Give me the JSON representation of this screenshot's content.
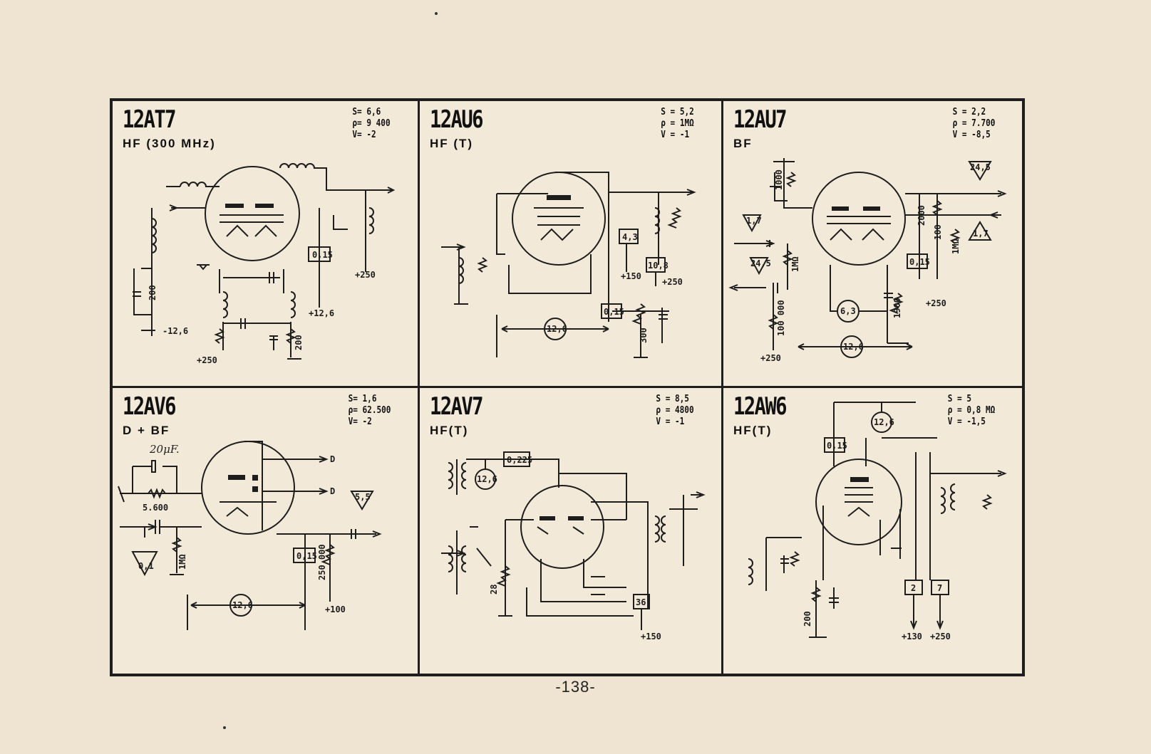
{
  "page_number": "-138-",
  "panels": [
    {
      "id": "12at7",
      "title": "12AT7",
      "subtitle": "HF (300 MHz)",
      "params": [
        "S= 6,6",
        "ρ= 9 400",
        "V= -2"
      ],
      "labels": {
        "r1": "200",
        "r2": "200",
        "neg": "-12,6",
        "p250a": "+250",
        "p250b": "+250",
        "p126": "+12,6",
        "box": "0,15"
      }
    },
    {
      "id": "12au6",
      "title": "12AU6",
      "subtitle": "HF (T)",
      "params": [
        "S = 5,2",
        "ρ = 1MΩ",
        "V = -1"
      ],
      "labels": {
        "b43": "4,3",
        "b108": "10,8",
        "b015": "0,15",
        "c126": "12,6",
        "r300": "300",
        "p150": "+150",
        "p250": "+250"
      }
    },
    {
      "id": "12au7",
      "title": "12AU7",
      "subtitle": "BF",
      "params": [
        "S = 2,2",
        "ρ = 7.700",
        "V = -8,5"
      ],
      "labels": {
        "t17a": "1,7",
        "t245a": "24,5",
        "t245b": "24,5",
        "t17b": "1,7",
        "c63": "6,3",
        "c126": "12,6",
        "b015": "0,15",
        "r1000": "1000",
        "r1m": "1MΩ",
        "r100k": "100 000",
        "r1900": "1900",
        "r2000": "2000",
        "r100": "100",
        "r1m2": "1MΩ",
        "p250a": "+250",
        "p250b": "+250"
      }
    },
    {
      "id": "12av6",
      "title": "12AV6",
      "subtitle": "D + BF",
      "params": [
        "S= 1,6",
        "ρ= 62.500",
        "V= -2"
      ],
      "handnote": "20μF.",
      "labels": {
        "r5600": "5.600",
        "t01": "0,1",
        "r1m": "1MΩ",
        "t55": "5,5",
        "d1": "D",
        "d2": "D",
        "b015": "0,15",
        "r250k": "250 000",
        "p100": "+100",
        "c126": "12,6"
      }
    },
    {
      "id": "12av7",
      "title": "12AV7",
      "subtitle": "HF(T)",
      "params": [
        "S = 8,5",
        "ρ = 4800",
        "V = -1"
      ],
      "labels": {
        "b0225": "0,225",
        "c126": "12,6",
        "r28": "28",
        "b36": "36",
        "p150": "+150"
      }
    },
    {
      "id": "12aw6",
      "title": "12AW6",
      "subtitle": "HF(T)",
      "params": [
        "S = 5",
        "ρ = 0,8 MΩ",
        "V = -1,5"
      ],
      "labels": {
        "c126": "12,6",
        "b015": "0,15",
        "r200": "200",
        "b2": "2",
        "b7": "7",
        "p130": "+130",
        "p250": "+250"
      }
    }
  ]
}
